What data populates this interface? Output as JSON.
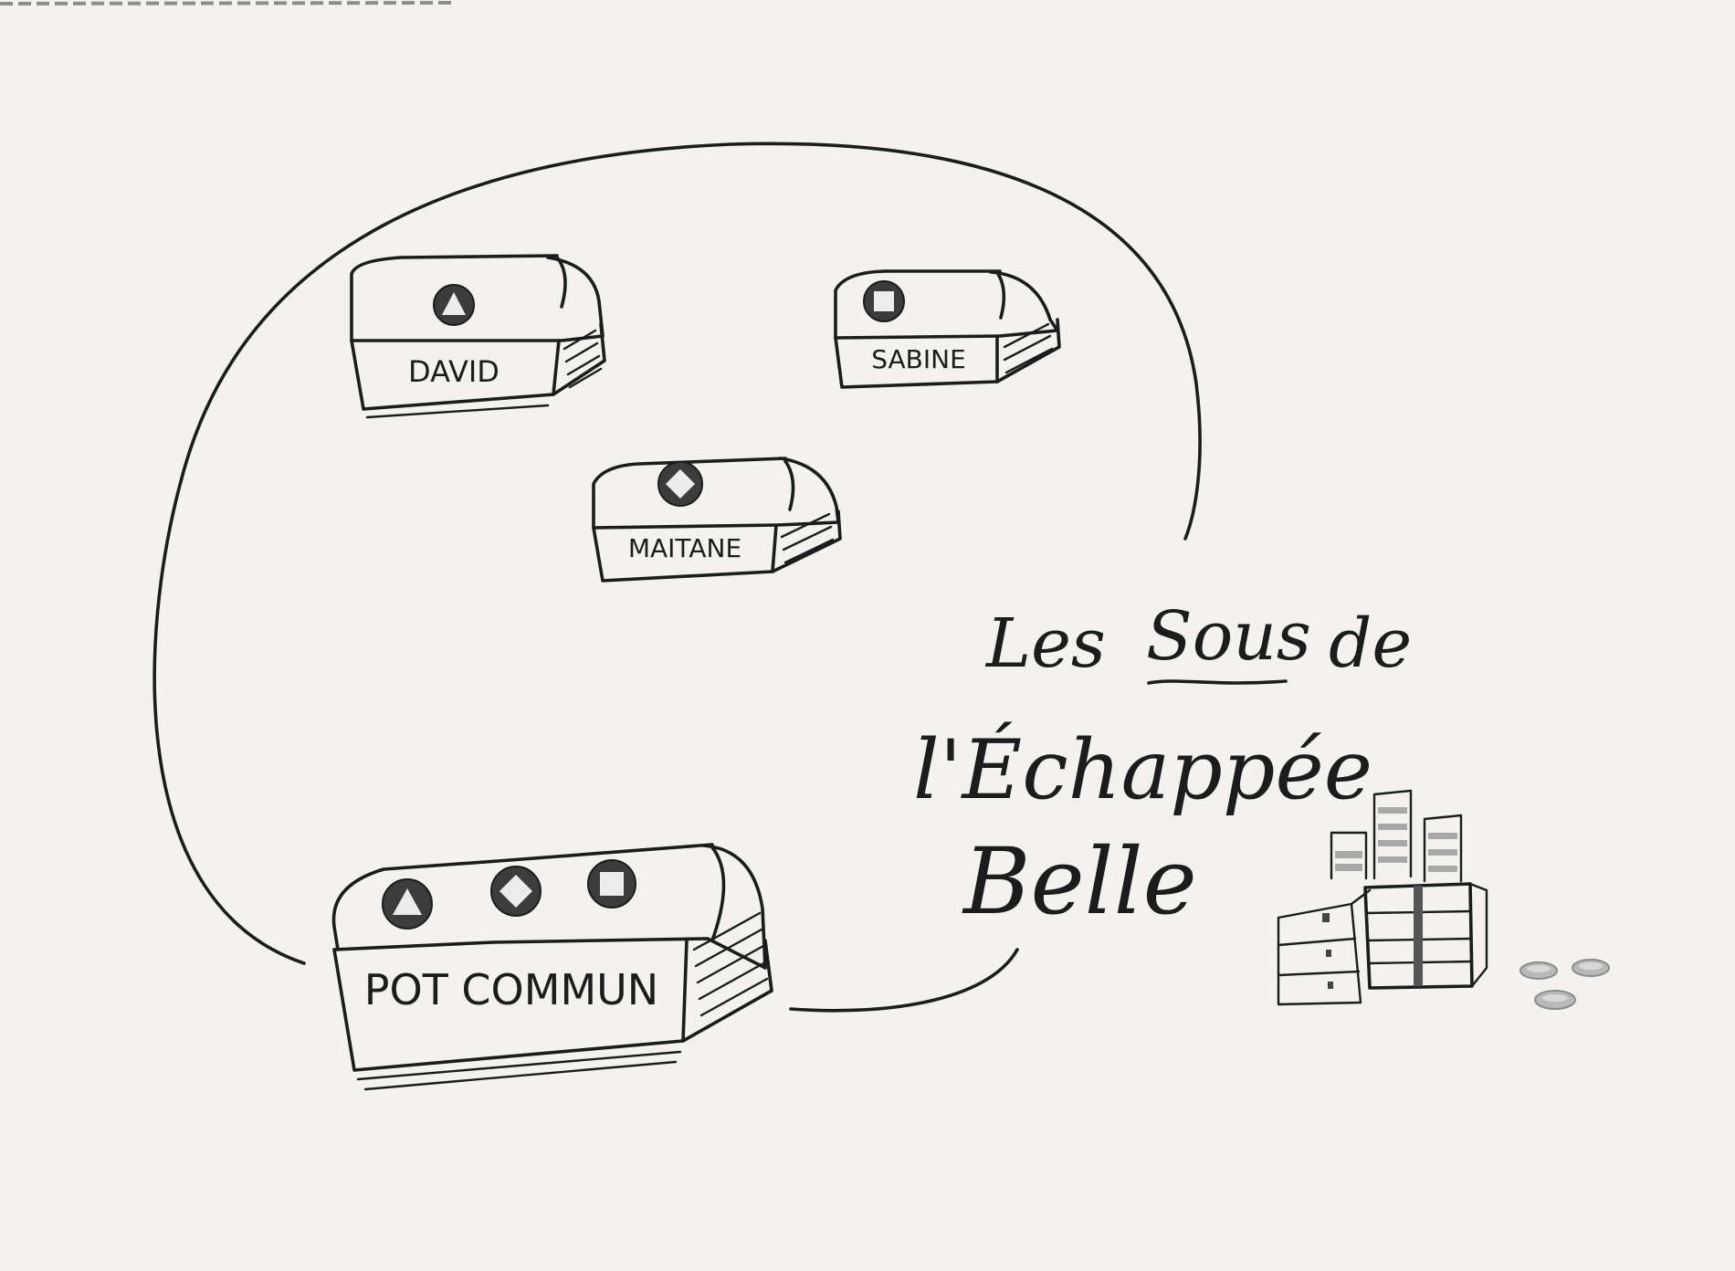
{
  "title": {
    "line1_a": "Les",
    "line1_b": "Sous",
    "line1_c": "de",
    "line2": "l'Échappée",
    "line3": "Belle"
  },
  "chests": [
    {
      "id": "david",
      "label": "DAVID",
      "lock": "triangle"
    },
    {
      "id": "sabine",
      "label": "SABINE",
      "lock": "square"
    },
    {
      "id": "maitane",
      "label": "MAITANE",
      "lock": "diamond"
    },
    {
      "id": "pot-commun",
      "label": "POT COMMUN",
      "locks": [
        "triangle",
        "diamond",
        "square"
      ]
    }
  ],
  "colors": {
    "paper": "#f4f2ee",
    "ink": "#1c1c1c",
    "lock": "#3c3c3c",
    "coins": "#b9b9b9"
  }
}
